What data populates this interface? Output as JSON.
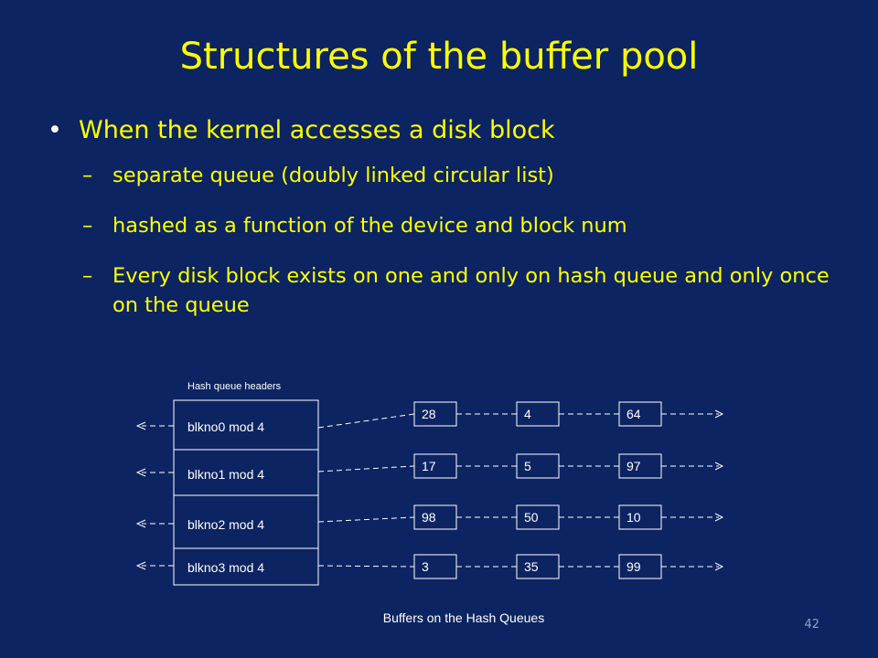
{
  "slide": {
    "title": "Structures of the buffer pool",
    "bullet": "When the kernel accesses a  disk block",
    "sub_items": [
      "separate queue (doubly linked circular list)",
      "hashed as a function of the device and  block num",
      "Every disk block exists on one and only on hash queue and only once on the queue"
    ],
    "sub_marker": "–",
    "bullet_marker": "•",
    "slide_number": "42"
  },
  "diagram": {
    "headers_caption": "Hash queue headers",
    "caption": "Buffers on the Hash Queues",
    "rows": [
      {
        "header": "blkno0 mod 4",
        "buffers": [
          "28",
          "4",
          "64"
        ]
      },
      {
        "header": "blkno1 mod 4",
        "buffers": [
          "17",
          "5",
          "97"
        ]
      },
      {
        "header": "blkno2 mod 4",
        "buffers": [
          "98",
          "50",
          "10"
        ]
      },
      {
        "header": "blkno3 mod 4",
        "buffers": [
          "3",
          "35",
          "99"
        ]
      }
    ]
  },
  "colors": {
    "background": "#0c2461",
    "accent_text": "#ffff00",
    "diagram_text": "#ffffff"
  }
}
